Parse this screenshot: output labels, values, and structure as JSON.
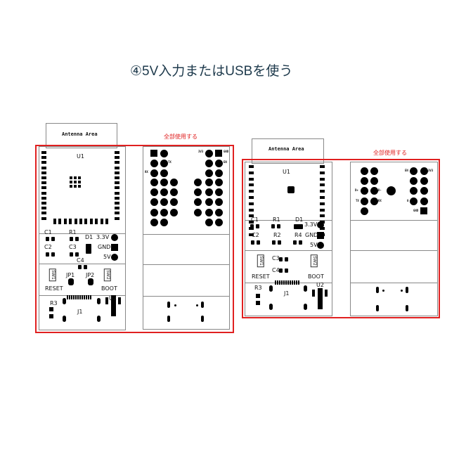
{
  "title": "④5V入力またはUSBを使う",
  "colors": {
    "outline": "#e02020",
    "title": "#1e3a4c"
  },
  "left_board": {
    "antenna_label": "Antenna Area",
    "use_all_label": "全部使用する",
    "components": {
      "u1": "U1",
      "c1": "C1",
      "r1": "R1",
      "d1": "D1",
      "v33": "3.3V",
      "gnd": "GND",
      "v5": "5V",
      "c2": "C2",
      "c3": "C3",
      "c4": "C4",
      "sw1": "SW1",
      "jp1": "JP1",
      "jp2": "JP2",
      "sw2": "SW2",
      "reset": "RESET",
      "boot": "BOOT",
      "r3": "R3",
      "j1": "J1",
      "u2": "U2"
    },
    "pin_labels": {
      "tx": "TX",
      "rx": "RX",
      "v3v3": "3V3",
      "gnd": "GND",
      "en": "EN"
    }
  },
  "right_board": {
    "antenna_label": "Antenna Area",
    "use_all_label": "全部使用する",
    "components": {
      "u1": "U1",
      "c1": "C1",
      "r1": "R1",
      "d1": "D1",
      "v33": "3.3V",
      "gnd": "GND",
      "v5": "5V",
      "c2": "C2",
      "r2": "R2",
      "r4": "R4",
      "sw1": "SW1",
      "c3": "C3",
      "c4": "C4",
      "sw2": "SW2",
      "reset": "RESET",
      "boot": "BOOT",
      "r3": "R3",
      "j1": "J1",
      "u2": "U2"
    },
    "pin_labels": {
      "en": "EN",
      "v3v3": "3V3",
      "dp": "D+",
      "dm": "D-",
      "tx": "TX",
      "rx": "RX",
      "zero": "0",
      "gnd": "GND"
    }
  }
}
